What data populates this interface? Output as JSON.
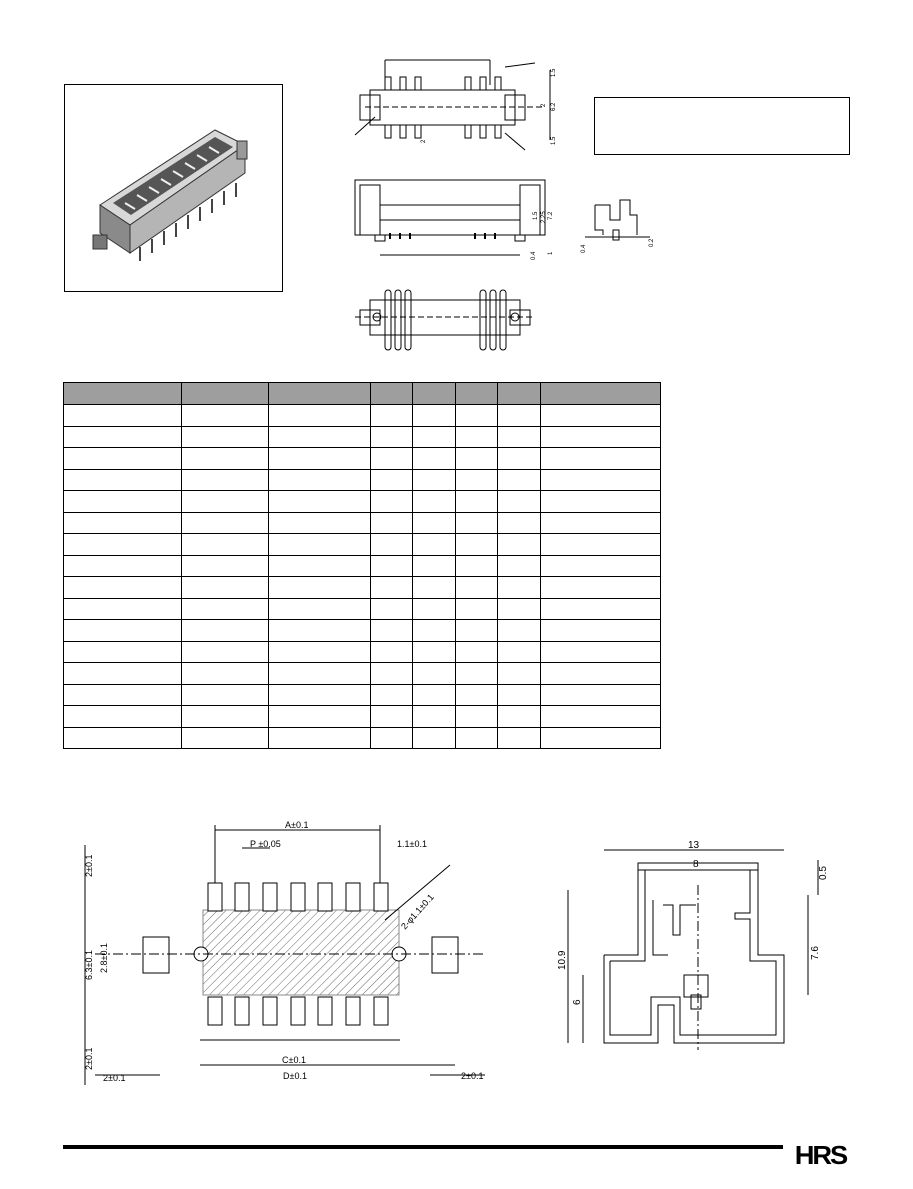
{
  "footer": {
    "logo_text": "HRS"
  },
  "spec_table": {
    "columns": 8,
    "rows": 16
  },
  "pcb_layout": {
    "dim_a": "A±0.1",
    "dim_p": "P ±0.05",
    "dim_hole": "1.1±0.1",
    "dim_2_top": "2±0.1",
    "dim_63": "6.3±0.1",
    "dim_28": "2.8±0.1",
    "dim_2_bot": "2±0.1",
    "dim_2_left": "2±0.1",
    "dim_c": "C±0.1",
    "dim_d": "D±0.1",
    "dim_2_right": "2±0.1",
    "dim_2phi": "2-φ1.1±0.1"
  },
  "panel_cutout": {
    "dim_13": "13",
    "dim_8": "8",
    "dim_05": "0.5",
    "dim_76": "7.6",
    "dim_109": "10.9",
    "dim_6": "6"
  },
  "top_view": {
    "dim_15a": "1.5",
    "dim_2": "2",
    "dim_62": "6.2",
    "dim_15b": "1.5",
    "dim_2v": "2"
  },
  "side_view": {
    "dim_15": "1.5",
    "dim_225": "2.25",
    "dim_72": "7.2",
    "dim_04": "0.4",
    "dim_1": "1"
  },
  "end_view": {
    "dim_04": "0.4",
    "dim_02": "0.2"
  }
}
